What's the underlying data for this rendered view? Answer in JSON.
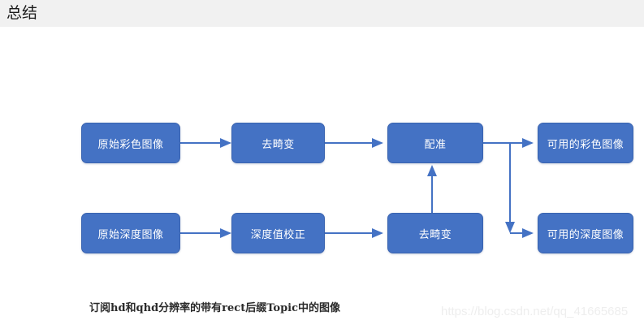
{
  "header": {
    "title": "总结",
    "background": "#f1f1f1"
  },
  "diagram": {
    "accent_color": "#4472c4",
    "connector_color": "#4472c4",
    "box_text_color": "#ffffff",
    "nodes": [
      {
        "id": "raw-color-image",
        "label": "原始彩色图像",
        "row": "top",
        "column": 1
      },
      {
        "id": "undistort-color",
        "label": "去畸变",
        "row": "top",
        "column": 2
      },
      {
        "id": "registration",
        "label": "配准",
        "row": "top",
        "column": 3
      },
      {
        "id": "usable-color-image",
        "label": "可用的彩色图像",
        "row": "top",
        "column": 4
      },
      {
        "id": "raw-depth-image",
        "label": "原始深度图像",
        "row": "bottom",
        "column": 1
      },
      {
        "id": "depth-correction",
        "label": "深度值校正",
        "row": "bottom",
        "column": 2
      },
      {
        "id": "undistort-depth",
        "label": "去畸变",
        "row": "bottom",
        "column": 3
      },
      {
        "id": "usable-depth-image",
        "label": "可用的深度图像",
        "row": "bottom",
        "column": 4
      }
    ],
    "edges": [
      {
        "from": "raw-color-image",
        "to": "undistort-color",
        "kind": "straight-right"
      },
      {
        "from": "undistort-color",
        "to": "registration",
        "kind": "straight-right"
      },
      {
        "from": "raw-depth-image",
        "to": "depth-correction",
        "kind": "straight-right"
      },
      {
        "from": "depth-correction",
        "to": "undistort-depth",
        "kind": "straight-right"
      },
      {
        "from": "undistort-depth",
        "to": "registration",
        "kind": "straight-up"
      },
      {
        "from": "registration",
        "to": "usable-color-image",
        "kind": "straight-right"
      },
      {
        "from": "registration",
        "to": "usable-depth-image",
        "kind": "elbow-down-right"
      }
    ]
  },
  "caption": {
    "text": "订阅hd和qhd分辨率的带有rect后缀Topic中的图像"
  },
  "watermark": {
    "text": "https://blog.csdn.net/qq_41665685"
  }
}
